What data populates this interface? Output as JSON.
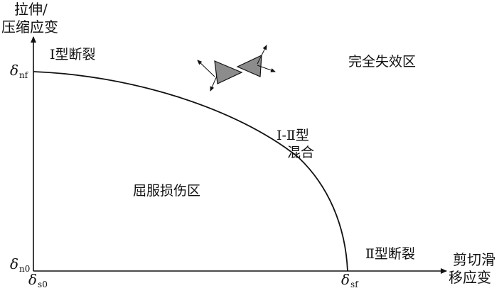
{
  "axes": {
    "y_label_line1": "拉伸/",
    "y_label_line2": "压缩应变",
    "x_label_line1": "剪切滑",
    "x_label_line2": "移应变"
  },
  "ticks": {
    "y_top": {
      "symbol": "δ",
      "sub": "nf"
    },
    "y_origin": {
      "symbol": "δ",
      "sub": "n0"
    },
    "x_origin": {
      "symbol": "δ",
      "sub": "s0"
    },
    "x_end": {
      "symbol": "δ",
      "sub": "sf"
    }
  },
  "regions": {
    "mode1": "Ⅰ型断裂",
    "full_failure": "完全失效区",
    "mixed_line1": "Ⅰ-Ⅱ型",
    "mixed_line2": "混合",
    "yield_damage": "屈服损伤区",
    "mode2": "Ⅱ型断裂"
  },
  "colors": {
    "line": "#111111",
    "triangle_fill": "#8c8c8c"
  }
}
